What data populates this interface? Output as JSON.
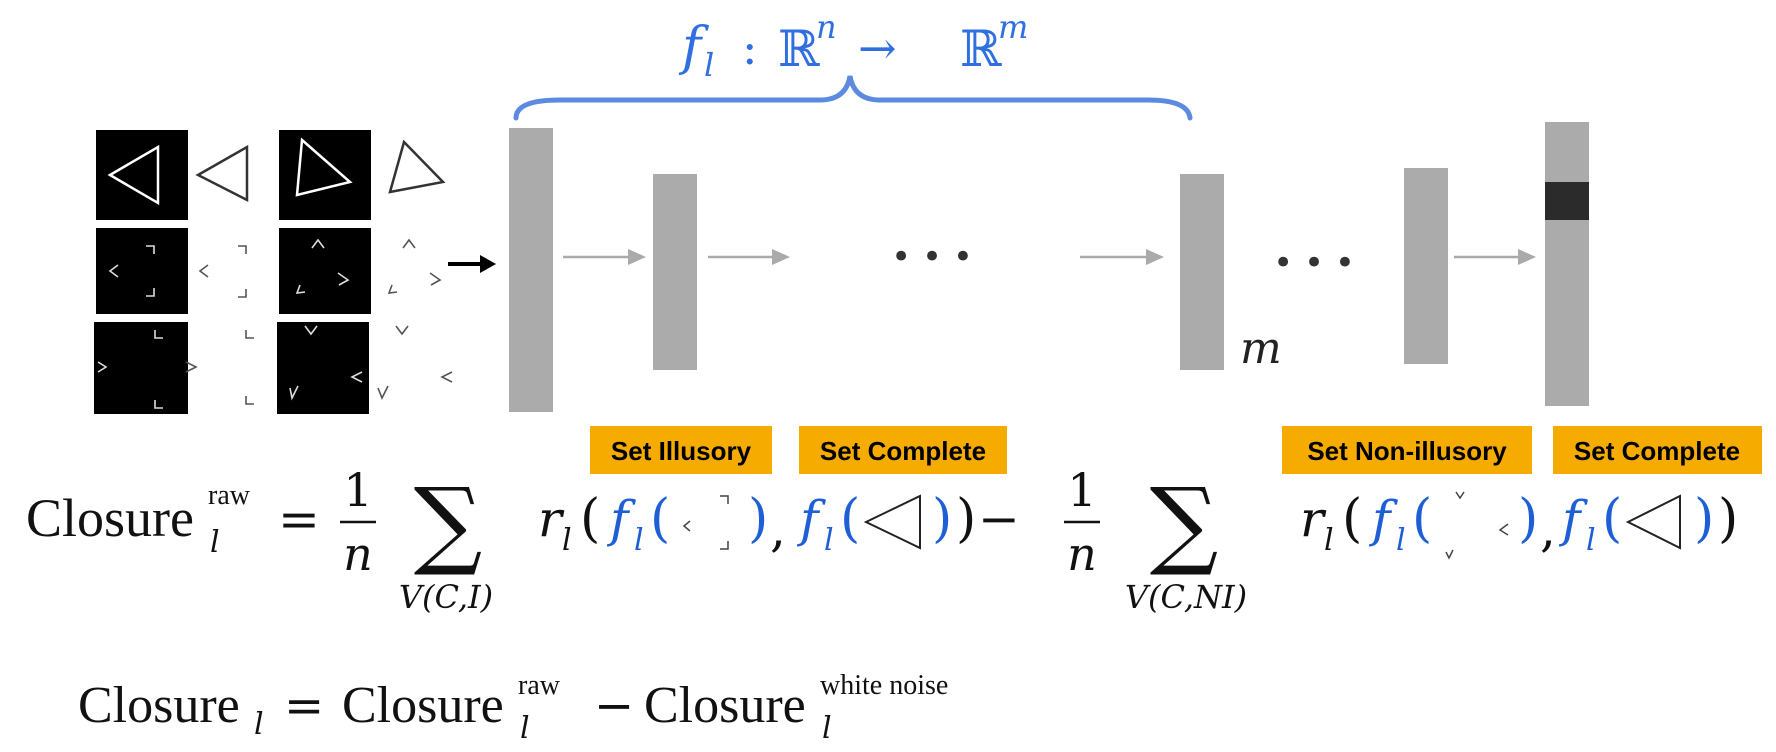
{
  "mapping": {
    "f": "f",
    "sub": "l",
    "colon": ":",
    "domain": "ℝ",
    "domain_exp": "n",
    "arrow": "→",
    "codomain": "ℝ",
    "codomain_exp": "m"
  },
  "layer_label": "m",
  "ellipsis": "• • •",
  "labels": {
    "set_illusory": "Set Illusory",
    "set_complete_1": "Set Complete",
    "set_non_illusory": "Set Non-illusory",
    "set_complete_2": "Set Complete"
  },
  "formula": {
    "closure": "Closure",
    "sub": "l",
    "sup_raw": "raw",
    "equals": "=",
    "one": "1",
    "n": "n",
    "sigma": "∑",
    "sum1_sub": "V(C,I)",
    "sum2_sub": "V(C,NI)",
    "r": "r",
    "f": "f",
    "lparen": "(",
    "rparen": ")",
    "comma": ",",
    "minus": "−",
    "triangle": "◁"
  },
  "formula2": {
    "closure": "Closure",
    "sub": "l",
    "equals": "=",
    "sup_raw": "raw",
    "minus": "−",
    "sup_noise": "white noise"
  },
  "colors": {
    "bar": "#ABABAB",
    "bar_highlight": "#2B2B2B",
    "arrow": "#AAAAAA",
    "brace": "#5B8AE0",
    "label_bg": "#F5AB00",
    "blue_text": "#1F5FD6"
  }
}
